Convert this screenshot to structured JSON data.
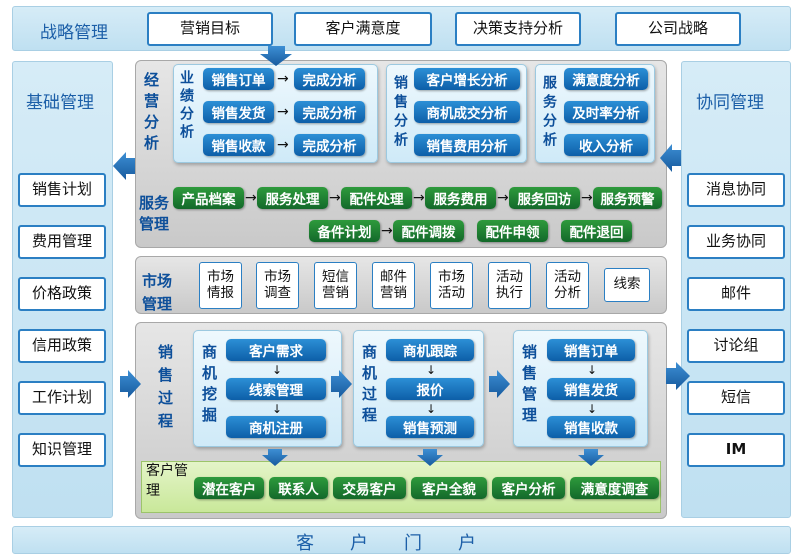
{
  "strategy": {
    "title": "战略管理",
    "items": [
      "营销目标",
      "客户满意度",
      "决策支持分析",
      "公司战略"
    ]
  },
  "basic": {
    "title": "基础管理",
    "items": [
      "销售计划",
      "费用管理",
      "价格政策",
      "信用政策",
      "工作计划",
      "知识管理"
    ]
  },
  "collab": {
    "title": "协同管理",
    "items": [
      "消息协同",
      "业务协同",
      "邮件",
      "讨论组",
      "短信",
      "IM"
    ]
  },
  "analysis": {
    "label": "经营分析",
    "performance": {
      "label": "业绩分析",
      "rows": [
        {
          "from": "销售订单",
          "to": "完成分析"
        },
        {
          "from": "销售发货",
          "to": "完成分析"
        },
        {
          "from": "销售收款",
          "to": "完成分析"
        }
      ]
    },
    "customer": {
      "label": "销售分析",
      "items": [
        "客户增长分析",
        "商机成交分析",
        "销售费用分析"
      ]
    },
    "service": {
      "label": "服务分析",
      "items": [
        "满意度分析",
        "及时率分析",
        "收入分析"
      ]
    }
  },
  "service_mgmt": {
    "label": "服务管理",
    "row1": [
      "产品档案",
      "服务处理",
      "配件处理",
      "服务费用",
      "服务回访",
      "服务预警"
    ],
    "row2": [
      "备件计划",
      "配件调拨",
      "配件申领",
      "配件退回"
    ]
  },
  "market": {
    "label": "市场管理",
    "items": [
      "市场情报",
      "市场调查",
      "短信营销",
      "邮件营销",
      "市场活动",
      "活动执行",
      "活动分析",
      "线索"
    ]
  },
  "sales_process": {
    "label": "销售过程",
    "mining": {
      "label": "商机挖掘",
      "items": [
        "客户需求",
        "线索管理",
        "商机注册"
      ]
    },
    "opp": {
      "label": "商机过程",
      "items": [
        "商机跟踪",
        "报价",
        "销售预测"
      ]
    },
    "sales": {
      "label": "销售管理",
      "items": [
        "销售订单",
        "销售发货",
        "销售收款"
      ]
    }
  },
  "customer_mgmt": {
    "label": "客户管理",
    "items": [
      "潜在客户",
      "联系人",
      "交易客户",
      "客户全貌",
      "客户分析",
      "满意度调查"
    ]
  },
  "portal": {
    "label": "客　　户　　门　　户"
  }
}
